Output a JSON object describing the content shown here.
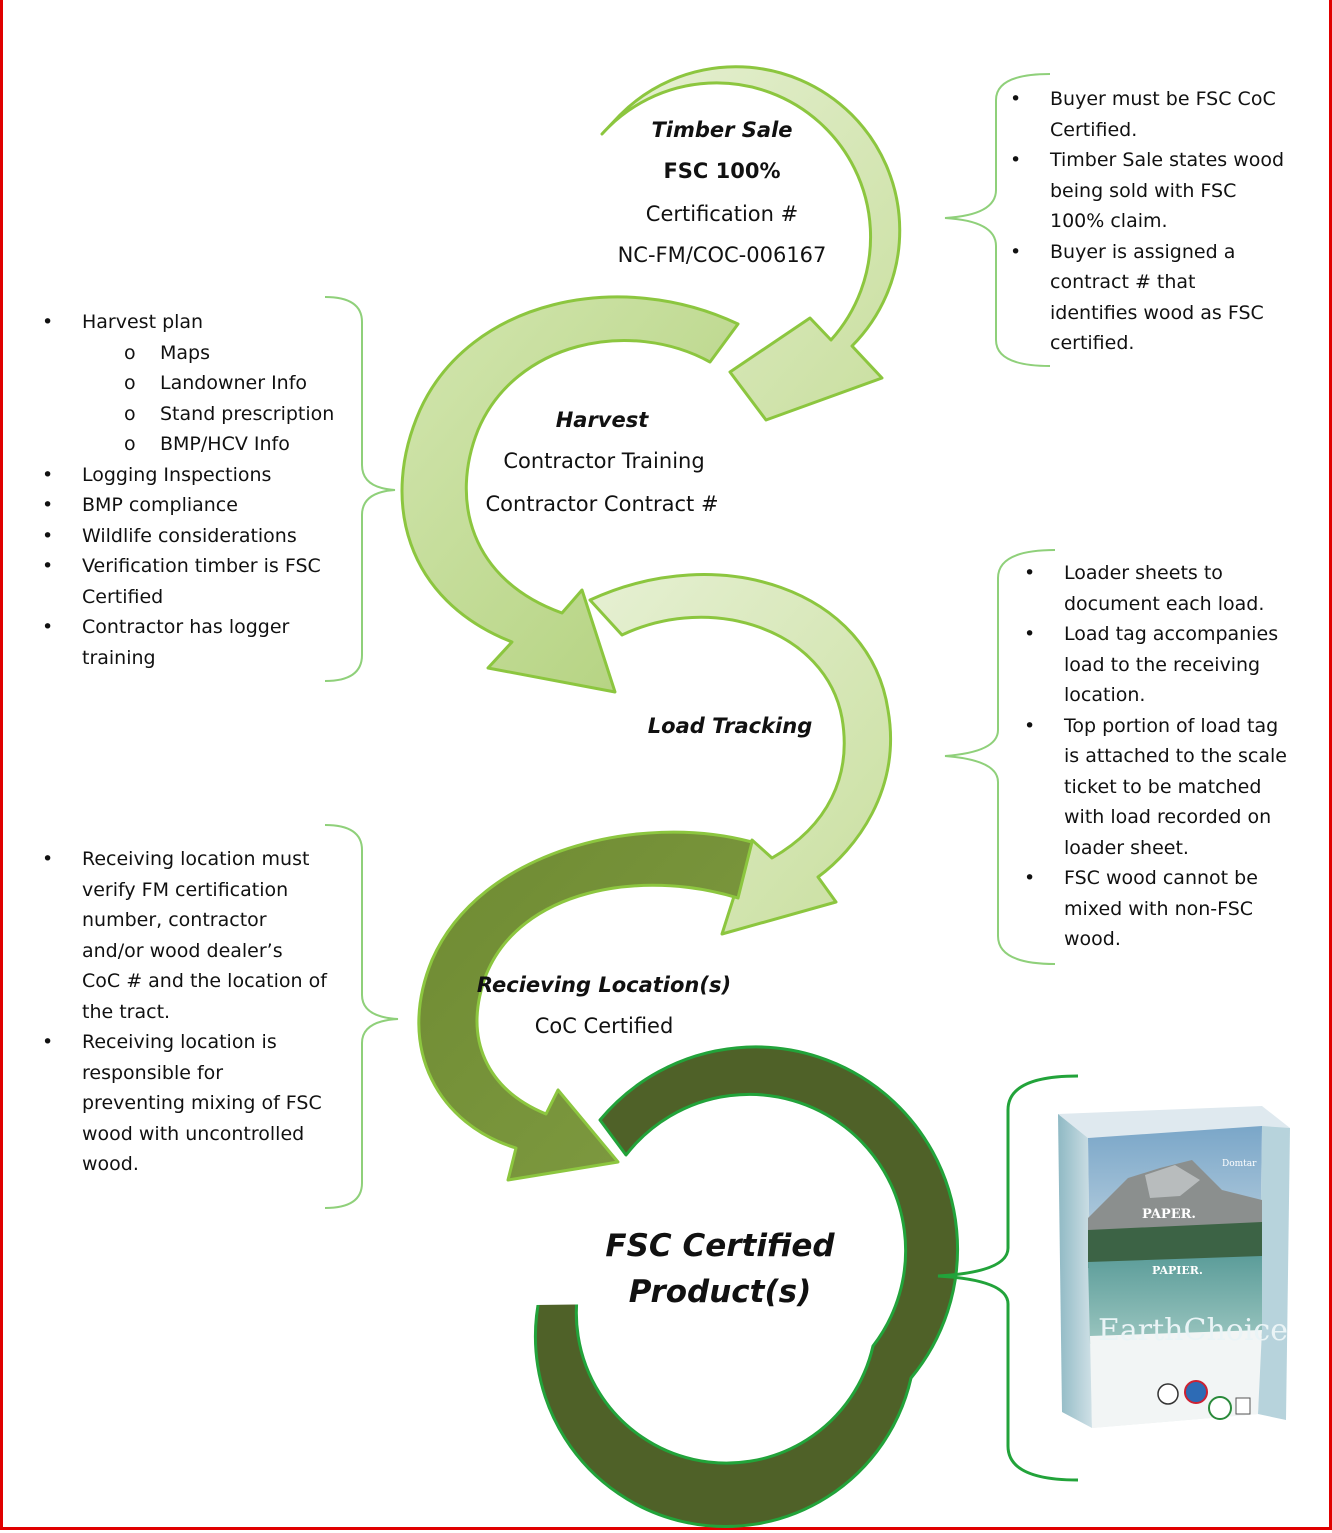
{
  "colors": {
    "border": "#e00000",
    "arrow_light": "#d6e6b8",
    "arrow_mid": "#bcd894",
    "arrow_dark": "#78963a",
    "ring_dark": "#4f6128",
    "outline_green": "#8cc63f",
    "brace_green": "#8fd07a"
  },
  "stages": {
    "timber_sale": {
      "title": "Timber Sale",
      "subtitle": "FSC 100%",
      "line1": "Certification #",
      "line2": "NC-FM/COC-006167"
    },
    "harvest": {
      "title": "Harvest",
      "line1": "Contractor Training",
      "line2": "Contractor Contract #"
    },
    "load_tracking": {
      "title": "Load Tracking"
    },
    "receiving": {
      "title": "Recieving Location(s)",
      "line1": "CoC Certified"
    },
    "product": {
      "line1": "FSC Certified",
      "line2": "Product(s)"
    }
  },
  "notes": {
    "timber_sale": [
      {
        "type": "bullet",
        "text": "Buyer must be FSC CoC"
      },
      {
        "type": "cont",
        "text": "Certified."
      },
      {
        "type": "bullet",
        "text": "Timber Sale states wood"
      },
      {
        "type": "cont",
        "text": "being sold with FSC"
      },
      {
        "type": "cont",
        "text": "100% claim."
      },
      {
        "type": "bullet",
        "text": "Buyer is assigned a"
      },
      {
        "type": "cont",
        "text": "contract # that"
      },
      {
        "type": "cont",
        "text": "identifies wood as FSC"
      },
      {
        "type": "cont",
        "text": "certified."
      }
    ],
    "harvest": [
      {
        "type": "bullet",
        "text": "Harvest plan"
      },
      {
        "type": "sub",
        "text": "Maps"
      },
      {
        "type": "sub",
        "text": "Landowner Info"
      },
      {
        "type": "sub",
        "text": "Stand prescription"
      },
      {
        "type": "sub",
        "text": "BMP/HCV Info"
      },
      {
        "type": "bullet",
        "text": "Logging Inspections"
      },
      {
        "type": "bullet",
        "text": "BMP compliance"
      },
      {
        "type": "bullet",
        "text": "Wildlife considerations"
      },
      {
        "type": "bullet",
        "text": "Verification timber is FSC"
      },
      {
        "type": "cont",
        "text": "Certified"
      },
      {
        "type": "bullet",
        "text": "Contractor has logger"
      },
      {
        "type": "cont",
        "text": "training"
      }
    ],
    "load_tracking": [
      {
        "type": "bullet",
        "text": "Loader sheets to"
      },
      {
        "type": "cont",
        "text": "document each load."
      },
      {
        "type": "bullet",
        "text": "Load tag accompanies"
      },
      {
        "type": "cont",
        "text": "load to the receiving"
      },
      {
        "type": "cont",
        "text": "location."
      },
      {
        "type": "bullet",
        "text": "Top portion of load tag"
      },
      {
        "type": "cont",
        "text": "is attached to the scale"
      },
      {
        "type": "cont",
        "text": "ticket to be matched"
      },
      {
        "type": "cont",
        "text": "with load recorded on"
      },
      {
        "type": "cont",
        "text": "loader sheet."
      },
      {
        "type": "bullet",
        "text": "FSC wood cannot be"
      },
      {
        "type": "cont",
        "text": "mixed with non-FSC"
      },
      {
        "type": "cont",
        "text": "wood."
      }
    ],
    "receiving": [
      {
        "type": "bullet",
        "text": "Receiving location must"
      },
      {
        "type": "cont",
        "text": "verify FM certification"
      },
      {
        "type": "cont",
        "text": "number, contractor"
      },
      {
        "type": "cont",
        "text": "and/or wood dealer’s"
      },
      {
        "type": "cont",
        "text": "CoC # and the location of"
      },
      {
        "type": "cont",
        "text": "the tract."
      },
      {
        "type": "bullet",
        "text": "Receiving location is"
      },
      {
        "type": "cont",
        "text": "responsible for"
      },
      {
        "type": "cont",
        "text": "preventing mixing of FSC"
      },
      {
        "type": "cont",
        "text": "wood with uncontrolled"
      },
      {
        "type": "cont",
        "text": "wood."
      }
    ]
  },
  "product_box": {
    "brand": "Domtar",
    "label1": "PAPER.",
    "label2": "PAPIER.",
    "name": "EarthChoice"
  }
}
